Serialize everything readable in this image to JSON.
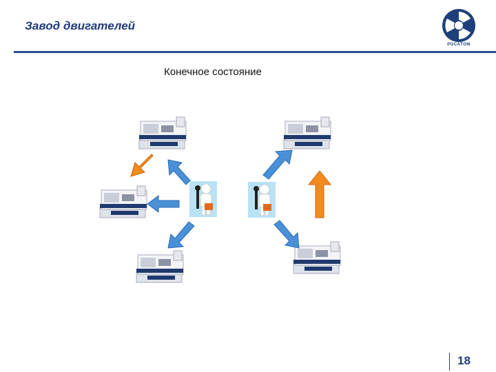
{
  "header": {
    "title": "Завод двигателей",
    "logo_text": "РОСАТОМ"
  },
  "slide": {
    "subtitle": "Конечное состояние",
    "page_number": "18"
  },
  "colors": {
    "brand": "#1e3f7a",
    "arrow_blue": "#4a90d9",
    "arrow_orange": "#f28a1e",
    "worker_bg": "#b9e2f5"
  },
  "icons": [
    "lathe-machine-icon",
    "worker-with-wrench-icon",
    "arrow-icon",
    "rosatom-logo"
  ]
}
